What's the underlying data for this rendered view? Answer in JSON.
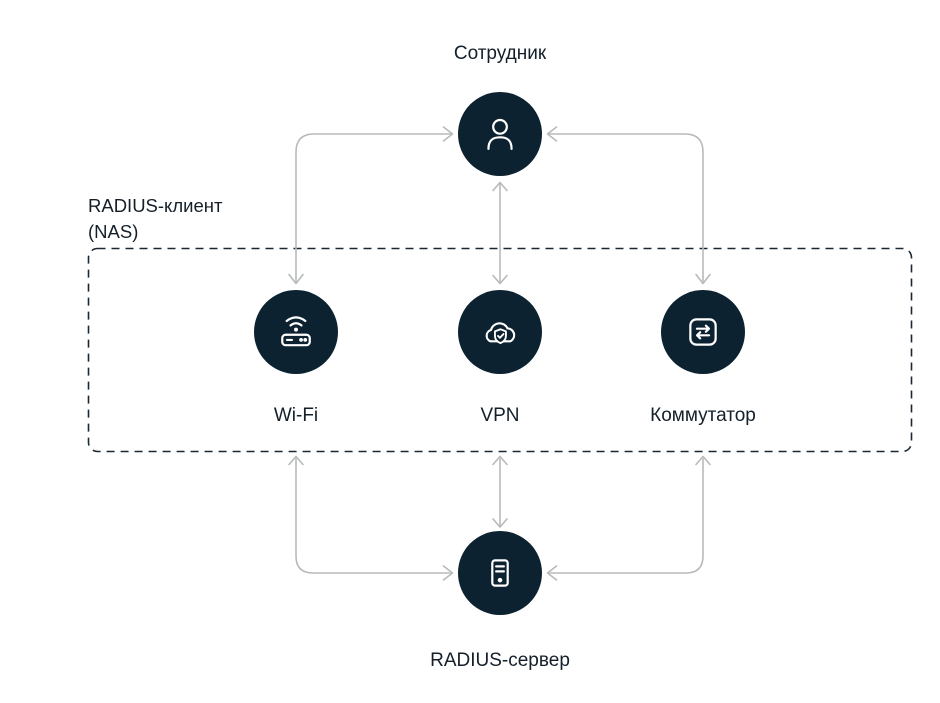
{
  "nodes": {
    "employee": {
      "label": "Сотрудник",
      "icon": "person"
    },
    "wifi": {
      "label": "Wi-Fi",
      "icon": "wifi-router"
    },
    "vpn": {
      "label": "VPN",
      "icon": "cloud-shield-check"
    },
    "switch": {
      "label": "Коммутатор",
      "icon": "bidirectional-arrows"
    },
    "server": {
      "label": "RADIUS-сервер",
      "icon": "server-tower"
    }
  },
  "nas_box": {
    "label_line1": "RADIUS-клиент",
    "label_line2": "(NAS)"
  },
  "colors": {
    "node_background": "#0d2230",
    "icon": "#ffffff",
    "arrow": "#b7babc",
    "dashed_border": "#1b2833",
    "label_text": "#141f2a",
    "page_background": "#ffffff"
  }
}
